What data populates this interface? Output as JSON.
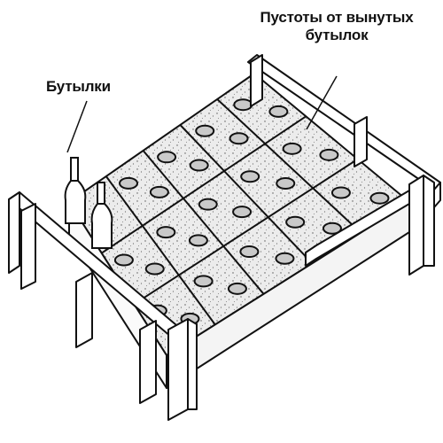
{
  "labels": {
    "voids_line1": "Пустоты от вынутых",
    "voids_line2": "бутылок",
    "bottles": "Бутылки"
  },
  "colors": {
    "ink": "#111111",
    "paper": "#ffffff",
    "concrete": "#e9e9e9",
    "hole": "#c9c9c9"
  },
  "grid": {
    "rows": 3,
    "cols": 5,
    "holes_per_cell": 2,
    "bottles": 2
  }
}
